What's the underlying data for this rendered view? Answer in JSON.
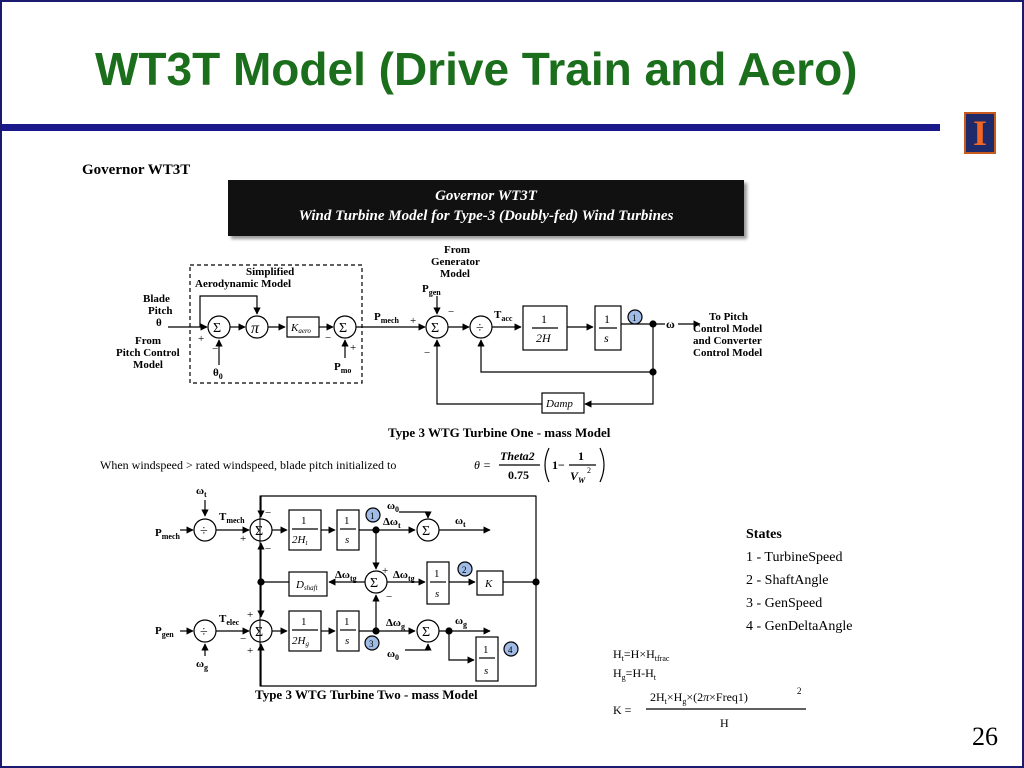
{
  "slide": {
    "title": "WT3T Model (Drive Train and Aero)",
    "page_number": "26",
    "logo_letter": "I"
  },
  "governor": {
    "heading": "Governor WT3T",
    "banner_line1": "Governor WT3T",
    "banner_line2": "Wind Turbine Model for Type-3 (Doubly-fed) Wind Turbines"
  },
  "one_mass": {
    "aero_title_1": "Simplified",
    "aero_title_2": "Aerodynamic Model",
    "blade_pitch_1": "Blade",
    "blade_pitch_2": "Pitch",
    "blade_pitch_3": "θ",
    "from_pitch_1": "From",
    "from_pitch_2": "Pitch Control",
    "from_pitch_3": "Model",
    "theta0": "θ",
    "theta0_sub": "0",
    "kaero": "K",
    "kaero_sub": "aero",
    "pi": "π",
    "pmech": "P",
    "pmech_sub": "mech",
    "pmo": "P",
    "pmo_sub": "mo",
    "from_gen_1": "From",
    "from_gen_2": "Generator",
    "from_gen_3": "Model",
    "pgen": "P",
    "pgen_sub": "gen",
    "tacc": "T",
    "tacc_sub": "acc",
    "frac_num": "1",
    "frac_2h": "2H",
    "frac_s": "s",
    "state_1": "1",
    "omega": "ω",
    "to_pitch_1": "To Pitch",
    "to_pitch_2": "Control Model",
    "to_pitch_3": "and Converter",
    "to_pitch_4": "Control Model",
    "damp": "Damp",
    "caption": "Type 3 WTG Turbine One - mass Model"
  },
  "init_eq": {
    "text": "When windspeed > rated windspeed, blade pitch initialized to",
    "theta": "θ =",
    "theta2": "Theta2",
    "denom": "0.75",
    "one": "1",
    "minus": "1−",
    "vw": "V",
    "vw_sub": "W",
    "sq": "2"
  },
  "two_mass": {
    "omega_t": "ω",
    "omega_t_sub": "t",
    "tmech": "T",
    "tmech_sub": "mech",
    "pmech": "P",
    "pmech_sub": "mech",
    "two_ht": "2H",
    "two_ht_sub": "t",
    "two_hg": "2H",
    "two_hg_sub": "g",
    "one": "1",
    "s": "s",
    "state_1": "1",
    "state_2": "2",
    "state_3": "3",
    "state_4": "4",
    "omega0": "ω",
    "omega0_sub": "0",
    "d_omega_t": "Δω",
    "d_omega_t_sub": "t",
    "d_omega_tg": "Δω",
    "d_omega_tg_sub": "tg",
    "d_omega_g": "Δω",
    "d_omega_g_sub": "g",
    "omega_g": "ω",
    "omega_g_sub": "g",
    "dshaft": "D",
    "dshaft_sub": "shaft",
    "k": "K",
    "pgen": "P",
    "pgen_sub": "gen",
    "telec": "T",
    "telec_sub": "elec",
    "caption": "Type 3 WTG Turbine Two - mass Model"
  },
  "states": {
    "heading": "States",
    "items": [
      "1 - TurbineSpeed",
      "2 - ShaftAngle",
      "3 - GenSpeed",
      "4 - GenDeltaAngle"
    ]
  },
  "formulas": {
    "ht": "H",
    "ht_sub": "t",
    "ht_rhs": "=H×H",
    "ht_rhs_sub": "tfrac",
    "hg": "H",
    "hg_sub": "g",
    "hg_rhs": "=H-H",
    "hg_rhs_sub": "t",
    "k_lhs": "K =",
    "k_num": "2H",
    "k_num_sub1": "t",
    "k_num_mid": "×H",
    "k_num_sub2": "g",
    "k_num_end": "×(2",
    "k_num_pi": "π",
    "k_num_tail": "×Freq1)",
    "k_sq": "2",
    "k_den": "H"
  }
}
